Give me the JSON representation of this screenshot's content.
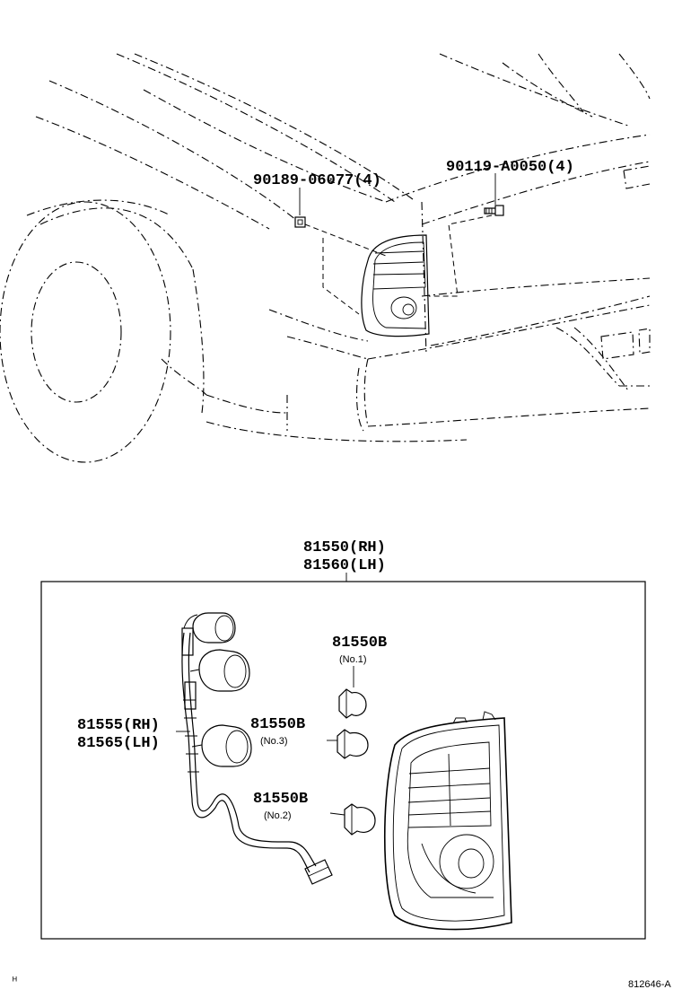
{
  "callouts": {
    "clip": {
      "part_no": "90189-06077",
      "qty": "(4)"
    },
    "screw": {
      "part_no": "90119-A0050",
      "qty": "(4)"
    },
    "lamp_assy": {
      "rh": "81550(RH)",
      "lh": "81560(LH)"
    },
    "socket_wire": {
      "rh": "81555(RH)",
      "lh": "81565(LH)"
    },
    "bulb_1": {
      "part_no": "81550B",
      "sub": "(No.1)"
    },
    "bulb_3": {
      "part_no": "81550B",
      "sub": "(No.3)"
    },
    "bulb_2": {
      "part_no": "81550B",
      "sub": "(No.2)"
    }
  },
  "footer": {
    "left_mark": "ᴴ",
    "ref_code": "812646-A"
  }
}
